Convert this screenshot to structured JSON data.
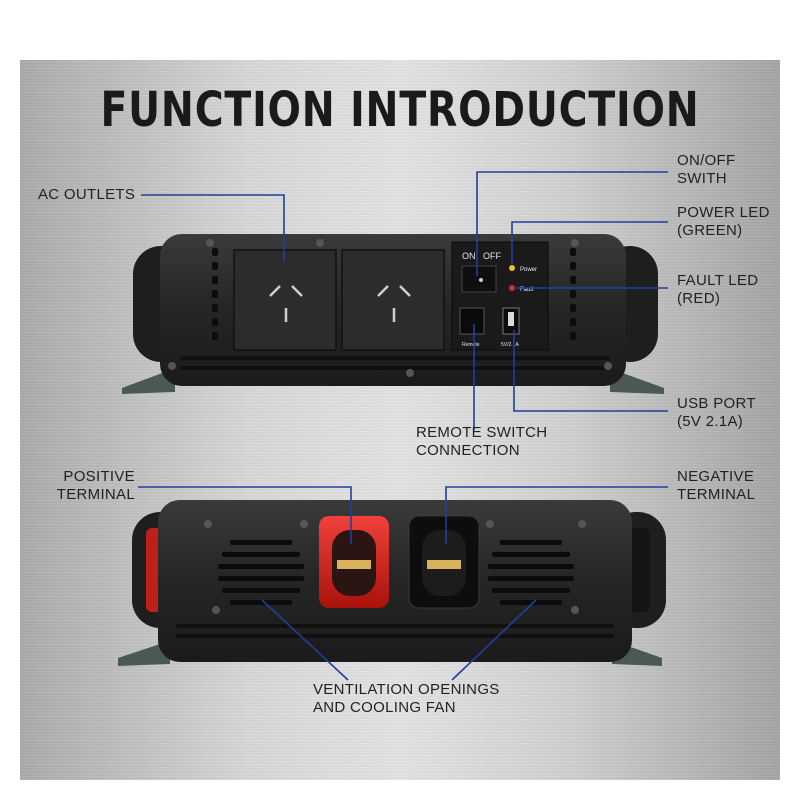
{
  "title": "FUNCTION INTRODUCTION",
  "callouts": {
    "ac_outlets": [
      "AC OUTLETS"
    ],
    "onoff_switch": [
      "ON/OFF",
      "SWITH"
    ],
    "power_led": [
      "POWER LED",
      "(GREEN)"
    ],
    "fault_led": [
      "FAULT LED",
      "(RED)"
    ],
    "usb_port": [
      "USB PORT",
      "(5V 2.1A)"
    ],
    "remote_switch": [
      "REMOTE SWITCH",
      "CONNECTION"
    ],
    "positive_terminal": [
      "POSITIVE",
      "TERMINAL"
    ],
    "negative_terminal": [
      "NEGATIVE",
      "TERMINAL"
    ],
    "ventilation": [
      "VENTILATION OPENINGS",
      "AND COOLING FAN"
    ]
  },
  "device_labels": {
    "on": "ON",
    "off": "OFF",
    "power": "Power",
    "fault": "Fault",
    "remote": "Remote",
    "usb": "5V/2.1A"
  },
  "colors": {
    "callout_line": "#1f3f9e",
    "body": "#262626",
    "positive_terminal": "#d8231c",
    "negative_terminal": "#111111",
    "power_led": "#e8c21a",
    "fault_led": "#e02a2a"
  }
}
